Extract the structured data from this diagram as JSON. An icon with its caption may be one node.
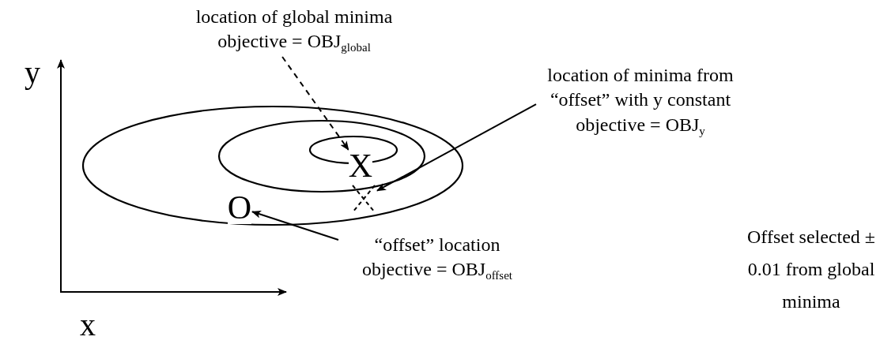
{
  "diagram": {
    "nodes": [
      {
        "text": [
          "location of global minima",
          "objective = OBJ$_{global}$"
        ]
      },
      {
        "text": [
          "location of minima from “offset” with y constant",
          "objective = OBJ$_{y}$"
        ]
      },
      {
        "text": [
          "X"
        ]
      },
      {
        "text": [],
        "shape": "cross"
      },
      {
        "text": [
          "O"
        ]
      },
      {
        "text": [
          "“offset” location",
          "objective = OBJ$_{offset}$"
        ]
      }
    ],
    "edges": [
      {
        "from": 0,
        "to": 2,
        "arrow": "to",
        "style": "dashed"
      },
      {
        "from": 1,
        "to": 3,
        "arrow": "to"
      },
      {
        "from": 5,
        "to": 4,
        "arrow": "to"
      }
    ],
    "labels": [
      "y",
      "x",
      "Offset selected ± 0.01 from global minima"
    ]
  }
}
